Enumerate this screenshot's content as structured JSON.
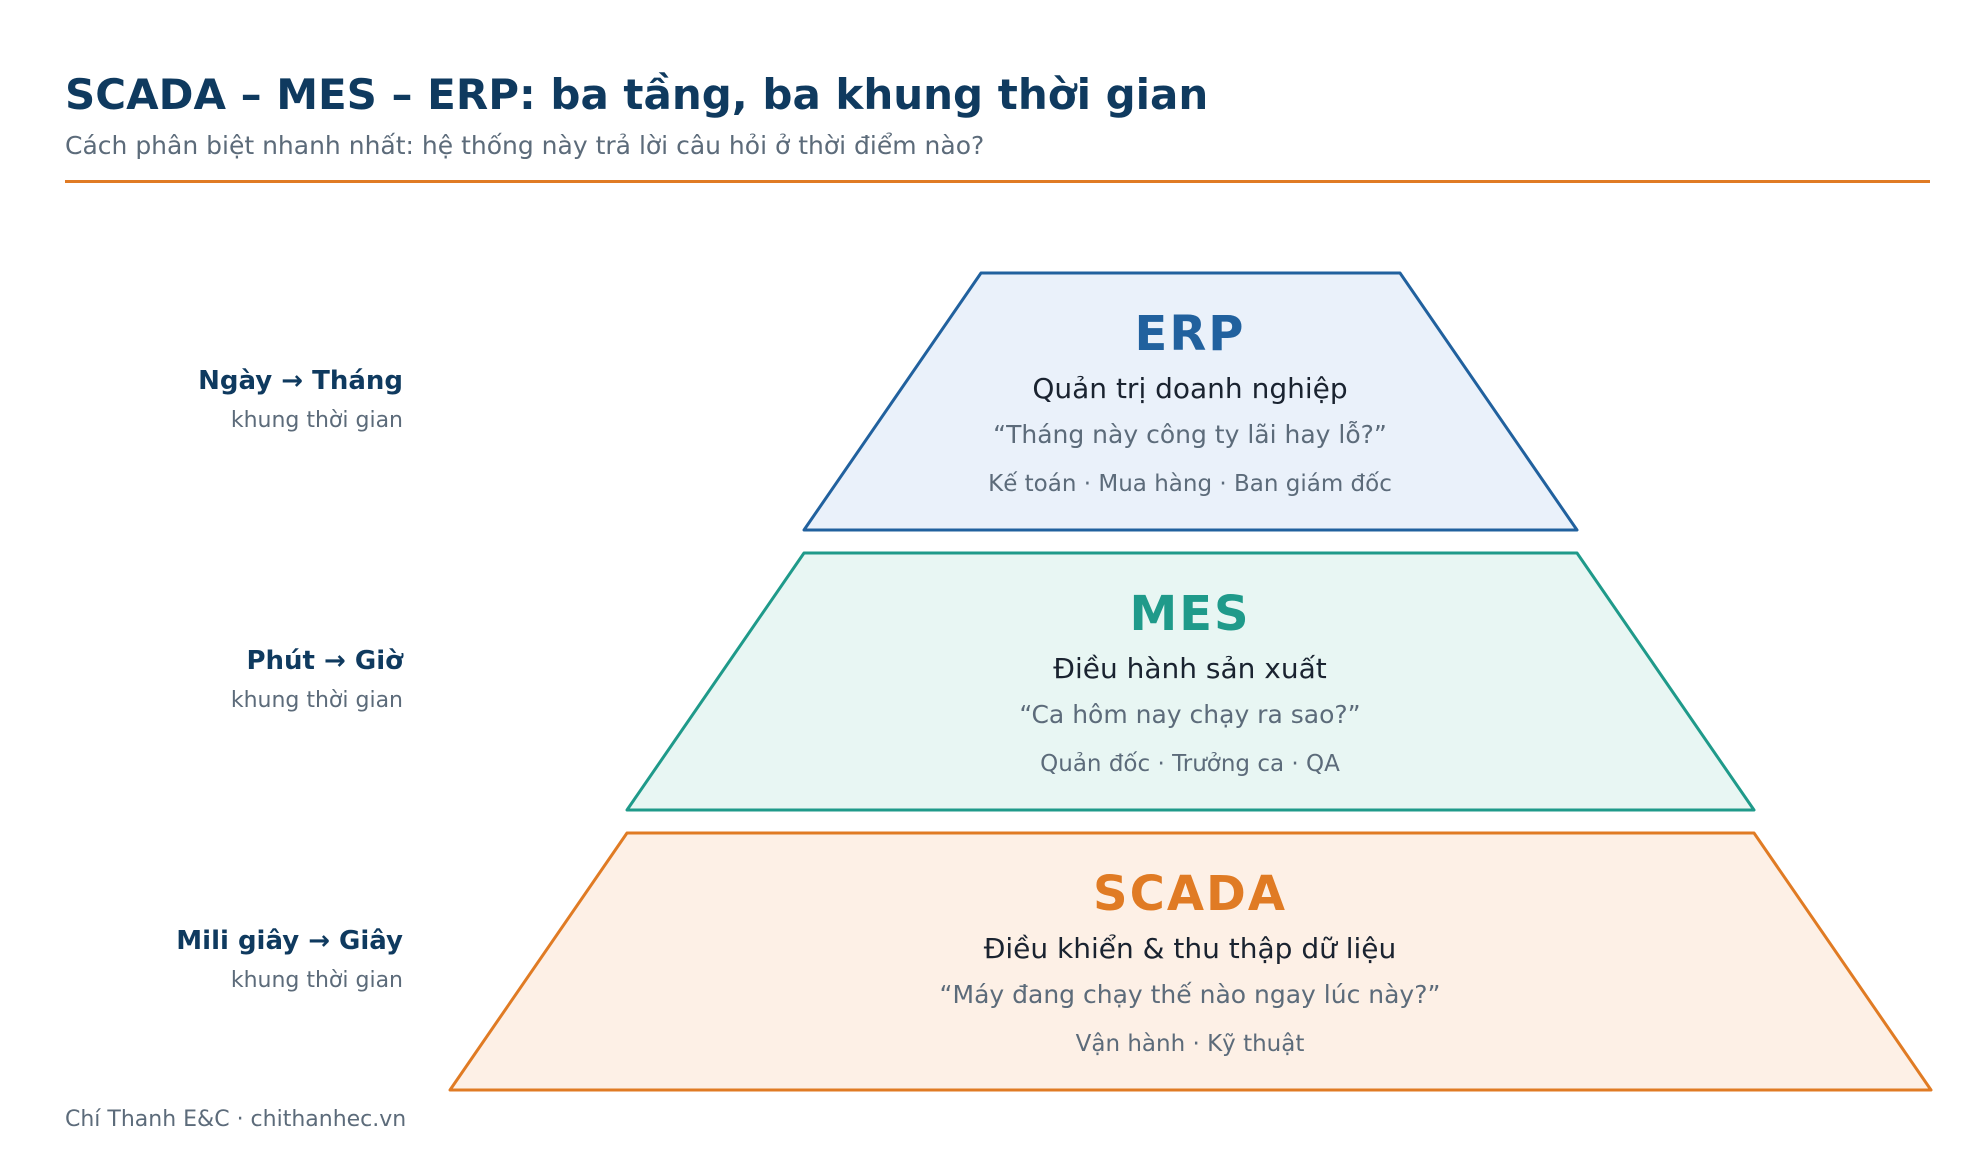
{
  "header": {
    "title": "SCADA – MES – ERP: ba tầng, ba khung thời gian",
    "subtitle": "Cách phân biệt nhanh nhất: hệ thống này trả lời câu hỏi ở thời điểm nào?"
  },
  "colors": {
    "title": "#0f3a5f",
    "accent_rule": "#e07b24",
    "muted_text": "#5c6b7a",
    "body_text": "#1a2330"
  },
  "layers": [
    {
      "name": "ERP",
      "role": "Quản trị doanh nghiệp",
      "question": "“Tháng này công ty lãi hay lỗ?”",
      "users": "Kế toán · Mua hàng · Ban giám đốc",
      "timeframe": "Ngày → Tháng",
      "timeframe_caption": "khung thời gian",
      "stroke": "#21619e",
      "fill": "#eaf1fa",
      "name_color": "#21619e"
    },
    {
      "name": "MES",
      "role": "Điều hành sản xuất",
      "question": "“Ca hôm nay chạy ra sao?”",
      "users": "Quản đốc · Trưởng ca · QA",
      "timeframe": "Phút → Giờ",
      "timeframe_caption": "khung thời gian",
      "stroke": "#1f9a8a",
      "fill": "#e8f6f3",
      "name_color": "#1f9a8a"
    },
    {
      "name": "SCADA",
      "role": "Điều khiển & thu thập dữ liệu",
      "question": "“Máy đang chạy thế nào ngay lúc này?”",
      "users": "Vận hành · Kỹ thuật",
      "timeframe": "Mili giây → Giây",
      "timeframe_caption": "khung thời gian",
      "stroke": "#e07b24",
      "fill": "#fdf0e6",
      "name_color": "#e07b24"
    }
  ],
  "footer": {
    "credit": "Chí Thanh E&C · chithanhec.vn"
  }
}
